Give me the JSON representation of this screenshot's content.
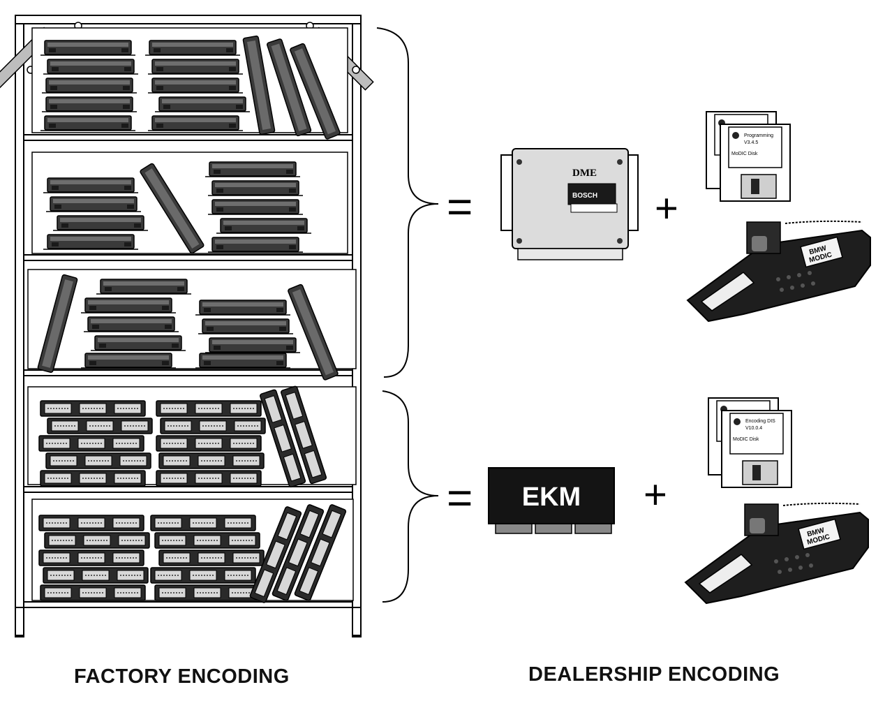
{
  "captions": {
    "factory": "FACTORY ENCODING",
    "dealership": "DEALERSHIP ENCODING"
  },
  "dme_module": {
    "label": "DME",
    "brand": "BOSCH"
  },
  "ekm_module": {
    "label": "EKM"
  },
  "operators": {
    "equals": "=",
    "plus": "+"
  },
  "software_disks": {
    "programming": {
      "title": "Programming",
      "version": "V3.4.5",
      "sub": "MoDIC Disk"
    },
    "encoding": {
      "title": "Encoding DIS",
      "version": "V10.0.4",
      "sub": "MoDIC Disk"
    }
  },
  "tester": {
    "label_top": "BMW",
    "label_bottom": "MODIC"
  }
}
